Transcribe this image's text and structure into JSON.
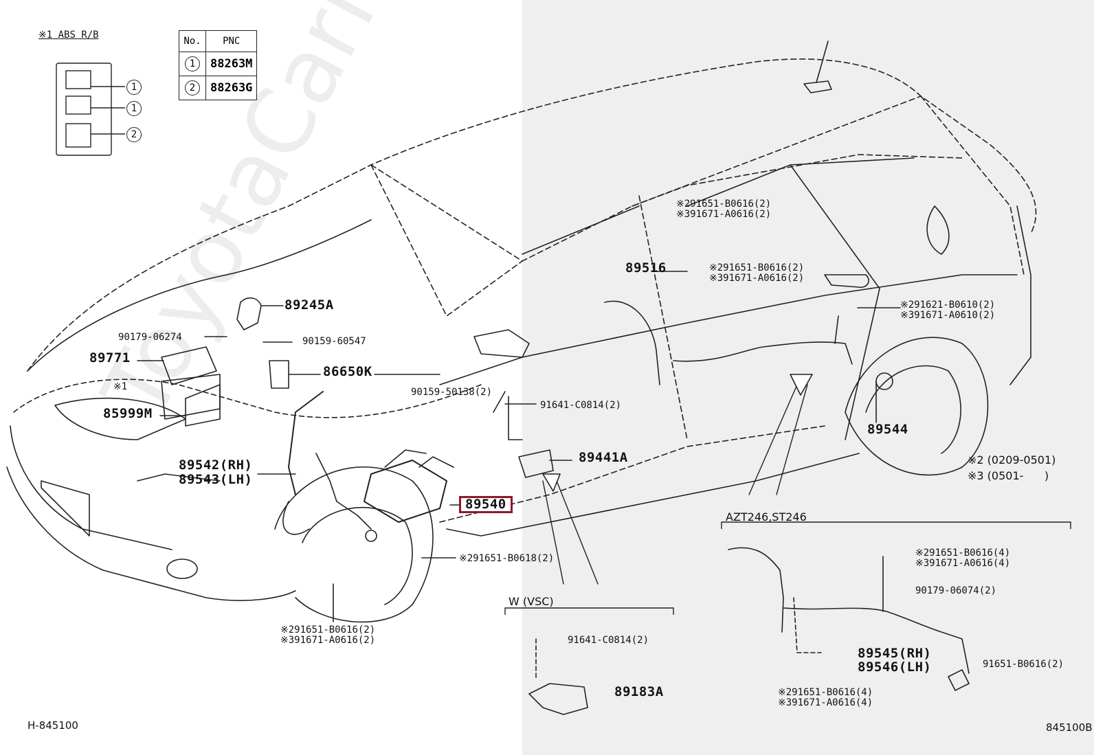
{
  "watermark": "ToyotaCarMine.ru",
  "abs_rb": {
    "title": "※1 ABS R/B",
    "marks": [
      "1",
      "1",
      "2"
    ]
  },
  "pnc_table": {
    "headers": [
      "No.",
      "PNC"
    ],
    "rows": [
      {
        "no": "1",
        "pnc": "88263M"
      },
      {
        "no": "2",
        "pnc": "88263G"
      }
    ]
  },
  "parts": {
    "p89245A": "89245A",
    "p90179_06274": "90179-06274",
    "p90159_60547": "90159-60547",
    "p89771": "89771",
    "x1": "※1",
    "p86650K": "86650K",
    "p85999M": "85999M",
    "p90159_50138": "90159-50138(2)",
    "p91641_C0814": "91641-C0814(2)",
    "p89441A": "89441A",
    "p89542": "89542(RH)",
    "p89543": "89543(LH)",
    "p89540": "89540",
    "p91651_B0618": "※291651-B0618(2)",
    "front_a": "※291651-B0616(2)",
    "front_b": "※391671-A0616(2)",
    "door1_a": "※291651-B0616(2)",
    "door1_b": "※391671-A0616(2)",
    "p89516": "89516",
    "door2_a": "※291651-B0616(2)",
    "door2_b": "※391671-A0616(2)",
    "rear_a": "※291621-B0610(2)",
    "rear_b": "※391671-A0610(2)",
    "p89544": "89544",
    "note2": "※2 (0209-0501)",
    "note3": "※3 (0501-      )"
  },
  "vsc_box": {
    "title": "W (VSC)",
    "p91641": "91641-C0814(2)",
    "p89183A": "89183A"
  },
  "azt_box": {
    "title": "AZT246,ST246",
    "bolt_a": "※291651-B0616(4)",
    "bolt_b": "※391671-A0616(4)",
    "p90179": "90179-06074(2)",
    "p89545": "89545(RH)",
    "p89546": "89546(LH)",
    "p91651": "91651-B0616(2)",
    "low_a": "※291651-B0616(4)",
    "low_b": "※391671-A0616(4)"
  },
  "footer": {
    "left": "H-845100",
    "right": "845100B"
  }
}
